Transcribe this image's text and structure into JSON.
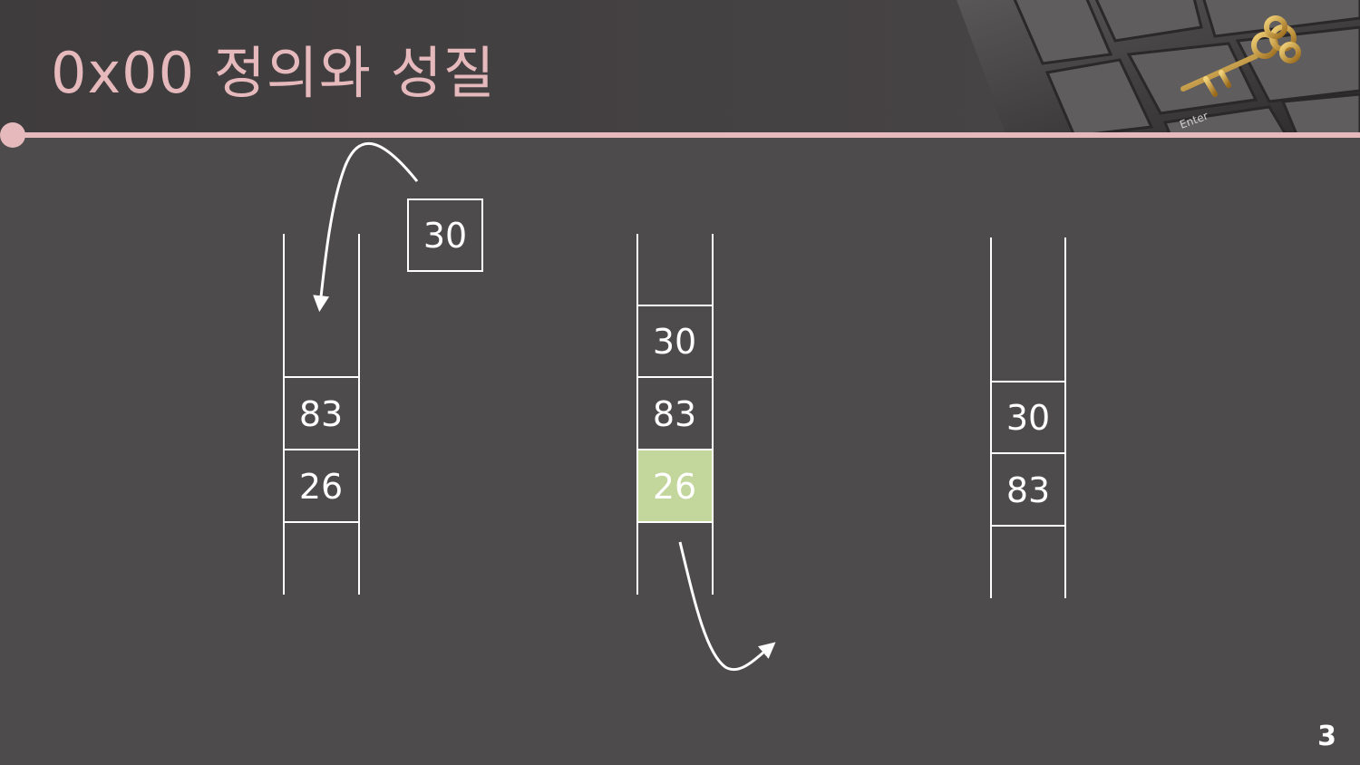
{
  "slide": {
    "title": "0x00  정의와 성질",
    "page_number": "3"
  },
  "diagram": {
    "incoming_box": "30",
    "stack_before": {
      "cells": [
        "83",
        "26"
      ]
    },
    "stack_during": {
      "cells": [
        "30",
        "83",
        "26"
      ],
      "highlighted": "26"
    },
    "stack_after": {
      "cells": [
        "30",
        "83"
      ]
    }
  },
  "colors": {
    "accent": "#e6b9bc",
    "background": "#4d4b4c",
    "highlight": "#c3d69b"
  },
  "photo": {
    "label": "Enter"
  }
}
